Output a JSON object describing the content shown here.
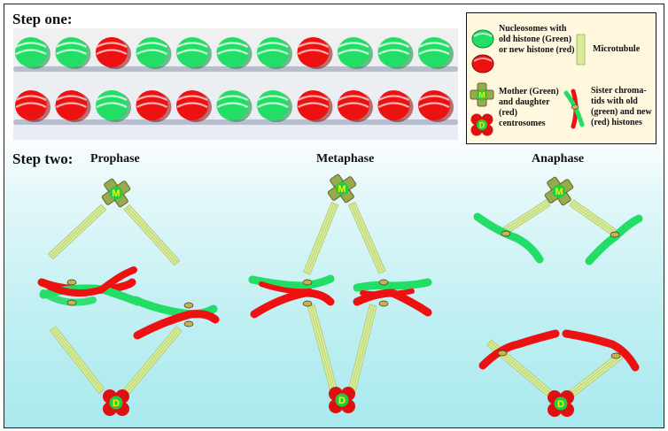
{
  "step_one": {
    "label": "Step one:"
  },
  "step_two": {
    "label": "Step two:"
  },
  "phases": [
    {
      "label": "Prophase"
    },
    {
      "label": "Metaphase"
    },
    {
      "label": "Anaphase"
    }
  ],
  "legend": {
    "nucleosomes": "Nucleosomes with old histone (Green) or new histone (red)",
    "microtubule": "Microtubule",
    "centrosomes": "Mother (Green) and daughter (red) centrosomes",
    "chromatids": "Sister chroma-tids with old (green) and new (red) histones"
  },
  "centrosome_labels": {
    "mother": "M",
    "daughter": "D"
  },
  "nucleosome_rows": [
    [
      "green",
      "green",
      "red",
      "green",
      "green",
      "green",
      "green",
      "red",
      "green",
      "green",
      "green"
    ],
    [
      "red",
      "red",
      "green",
      "red",
      "red",
      "green",
      "green",
      "red",
      "red",
      "red",
      "red"
    ]
  ],
  "colors": {
    "old_histone": "#22dd66",
    "new_histone": "#ee1111",
    "microtubule": "#d8ec9a",
    "mother": "#9aa84e",
    "daughter": "#dd1111",
    "legend_bg": "#fff8df"
  }
}
